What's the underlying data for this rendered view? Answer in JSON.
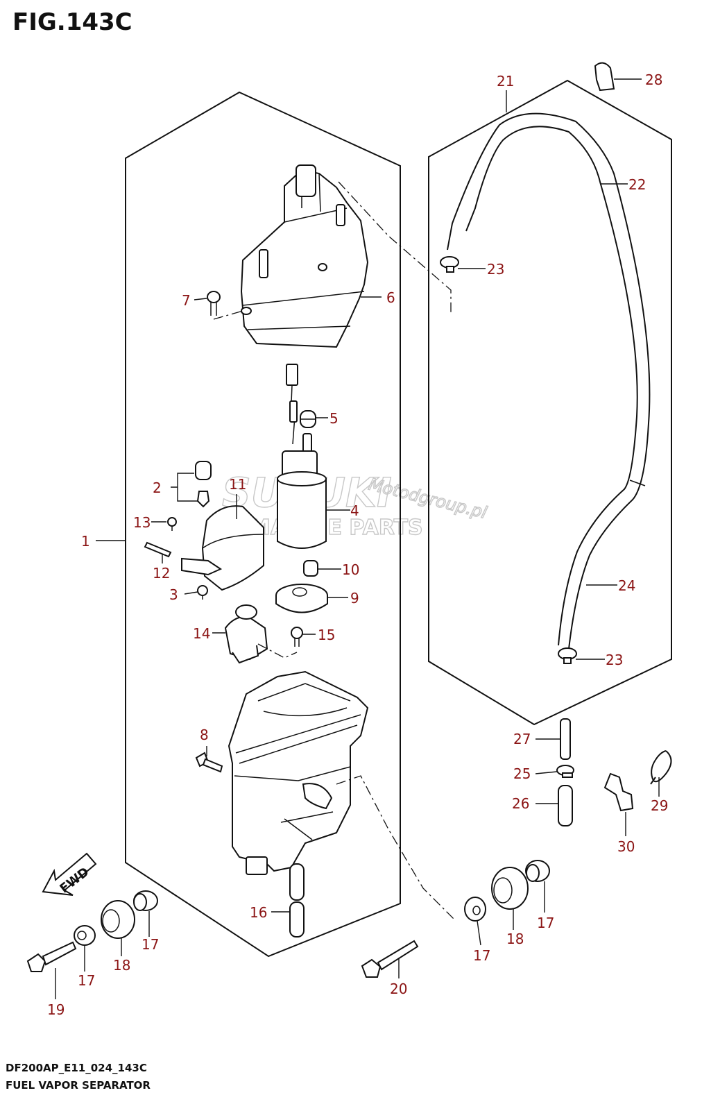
{
  "figure": {
    "title": "FIG.143C",
    "code": "DF200AP_E11_024_143C",
    "name": "FUEL VAPOR SEPARATOR"
  },
  "watermark": {
    "brand": "SUZUKI",
    "subtitle": "MARINE PARTS",
    "site": "Motodgroup.pl"
  },
  "fwd_label": "FWD",
  "callouts": [
    "1",
    "2",
    "3",
    "4",
    "5",
    "6",
    "7",
    "8",
    "9",
    "10",
    "11",
    "12",
    "13",
    "14",
    "15",
    "16",
    "17",
    "17",
    "17",
    "17",
    "18",
    "18",
    "19",
    "20",
    "21",
    "22",
    "23",
    "23",
    "24",
    "25",
    "26",
    "27",
    "28",
    "29",
    "30"
  ],
  "colors": {
    "callout": "#8b1414",
    "line": "#111111"
  }
}
